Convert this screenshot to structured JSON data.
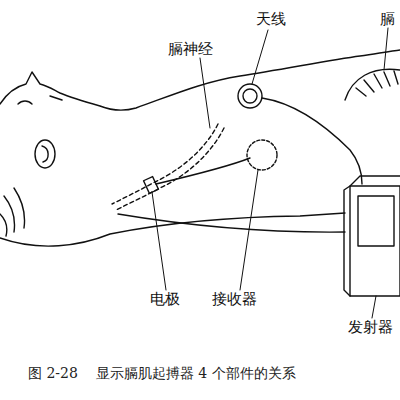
{
  "diagram": {
    "caption": "图 2-28    显示膈肌起搏器 4 个部件的关系",
    "labels": [
      "天线",
      "膈神经",
      "膈",
      "电极",
      "接收器",
      "发射器"
    ]
  }
}
